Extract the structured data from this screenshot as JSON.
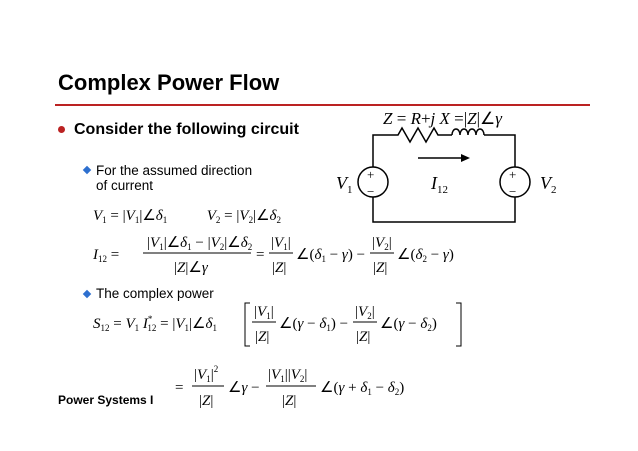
{
  "slide": {
    "title": "Complex Power Flow",
    "bullet_main": "Consider the following circuit",
    "sub1_line1": "For the assumed direction",
    "sub1_line2": "of current",
    "sub2": "The complex power",
    "footer": "Power Systems I"
  },
  "colors": {
    "accent": "#bb2222",
    "sub_bullet": "#2d6fcf"
  },
  "icons": {
    "bullet": "red-dot",
    "sub_bullet": "blue-diamond"
  }
}
